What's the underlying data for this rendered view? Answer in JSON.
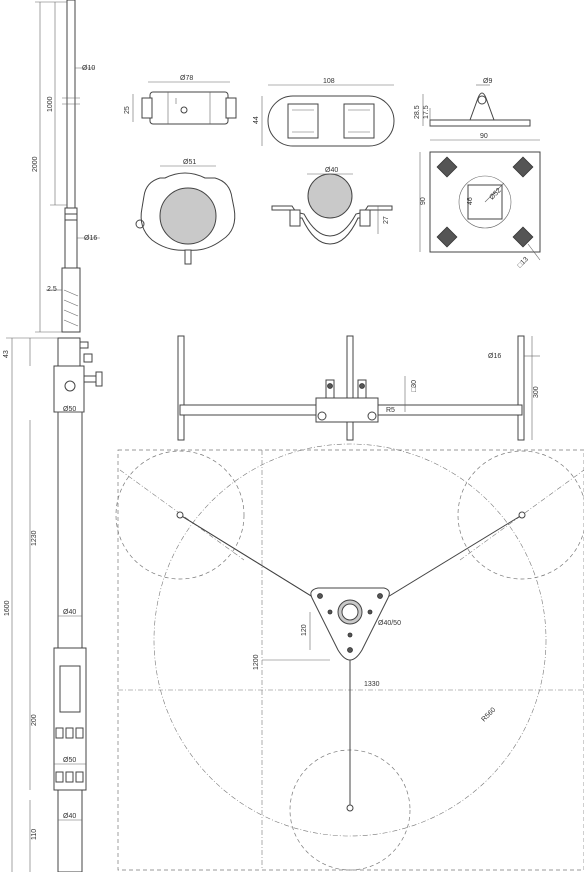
{
  "views": {
    "rod": {
      "dims": [
        "Ø10",
        "1000",
        "2000",
        "Ø16",
        "2.5"
      ]
    },
    "clamp_top": {
      "dims": [
        "Ø78",
        "25"
      ]
    },
    "saddle_top": {
      "dims": [
        "108",
        "44"
      ]
    },
    "lug": {
      "dims": [
        "Ø9",
        "28.5",
        "17.5"
      ]
    },
    "clamp_round": {
      "dims": [
        "Ø51"
      ]
    },
    "saddle_side": {
      "dims": [
        "Ø40",
        "27"
      ]
    },
    "base_plate": {
      "dims": [
        "90",
        "90",
        "Ø52",
        "46",
        "□13"
      ]
    },
    "mast": {
      "dims": [
        "43",
        "Ø50",
        "1230",
        "1600",
        "Ø40",
        "200",
        "Ø50",
        "Ø40",
        "110"
      ]
    },
    "crossbar": {
      "dims": [
        "Ø16",
        "□30",
        "300",
        "R5"
      ]
    },
    "tripod": {
      "dims": [
        "120",
        "Ø40/50",
        "1200",
        "1330",
        "R560"
      ]
    }
  },
  "colors": {
    "line": "#444444",
    "fill_grey": "#c9c9c9",
    "background": "#ffffff"
  }
}
